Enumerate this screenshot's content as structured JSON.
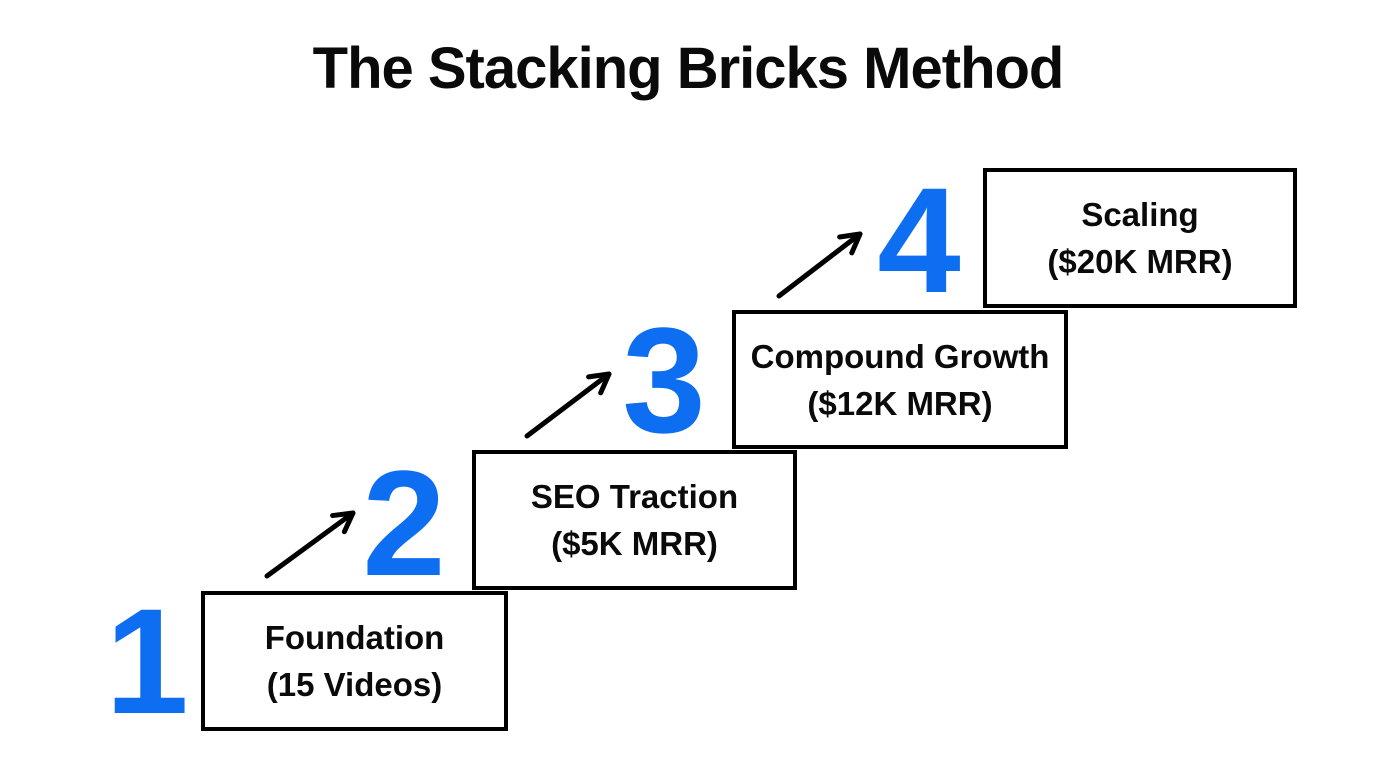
{
  "page": {
    "title": "The Stacking Bricks Method",
    "background_color": "#ffffff"
  },
  "colors": {
    "accent_blue": "#0d6ef2",
    "text": "#0a0a0a",
    "box_border": "#000000",
    "arrow": "#000000"
  },
  "steps": [
    {
      "number": "1",
      "label": "Foundation",
      "sublabel": "(15 Videos)"
    },
    {
      "number": "2",
      "label": "SEO Traction",
      "sublabel": "($5K MRR)"
    },
    {
      "number": "3",
      "label": "Compound Growth",
      "sublabel": "($12K MRR)"
    },
    {
      "number": "4",
      "label": "Scaling",
      "sublabel": "($20K MRR)"
    }
  ],
  "icons": {
    "step_connector": "arrow-up-right-icon"
  }
}
